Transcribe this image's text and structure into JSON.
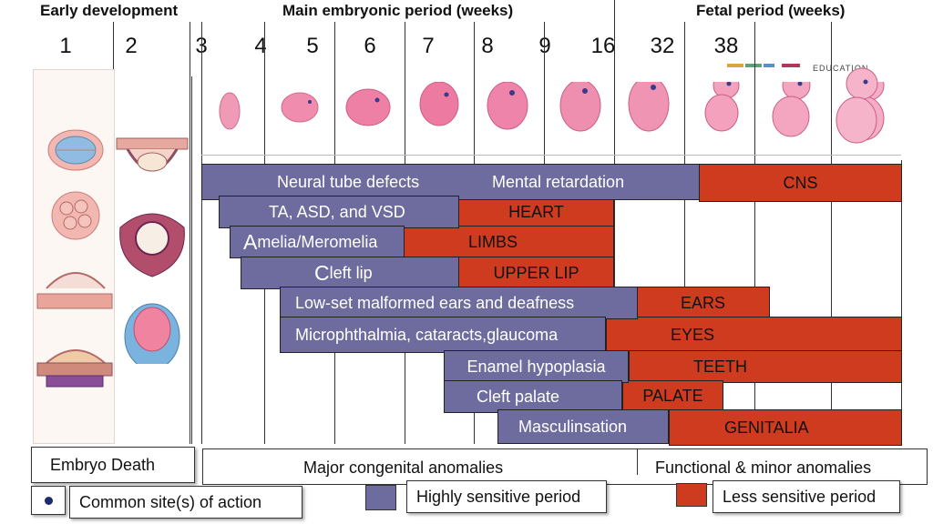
{
  "headers": {
    "early": "Early development",
    "main": "Main embryonic period (weeks)",
    "fetal": "Fetal period (weeks)"
  },
  "weeks": [
    "1",
    "2",
    "3",
    "4",
    "5",
    "6",
    "7",
    "8",
    "9",
    "16",
    "32",
    "38"
  ],
  "logo_text": "EDUCATION",
  "sensitivity": {
    "high_bars": {
      "neural": "Neural tube defects",
      "mental": "Mental retardation",
      "heart": "TA, ASD, and VSD",
      "limbs_a": "A",
      "limbs_rest": "melia/Meromelia",
      "lip_c": "C",
      "lip_rest": "left lip",
      "ears": "Low-set malformed ears and deafness",
      "eyes": "Microphthalmia, cataracts,glaucoma",
      "teeth": "Enamel hypoplasia",
      "palate": "Cleft palate",
      "genitalia": "Masculinsation"
    },
    "low_bars": {
      "cns": "CNS",
      "heart": "HEART",
      "limbs": "LIMBS",
      "upper_lip": "UPPER LIP",
      "ears": "EARS",
      "eyes": "EYES",
      "teeth": "TEETH",
      "palate": "PALATE",
      "genitalia": "GENITALIA"
    }
  },
  "bottom": {
    "embryo_death": "Embryo Death",
    "major": "Major congenital anomalies",
    "functional": "Functional & minor anomalies"
  },
  "legend": {
    "common_site": "Common site(s) of action",
    "highly": "Highly sensitive period",
    "less": "Less sensitive period"
  },
  "colors": {
    "highly_sensitive": "#6e6c9e",
    "less_sensitive": "#cf3b1f"
  }
}
